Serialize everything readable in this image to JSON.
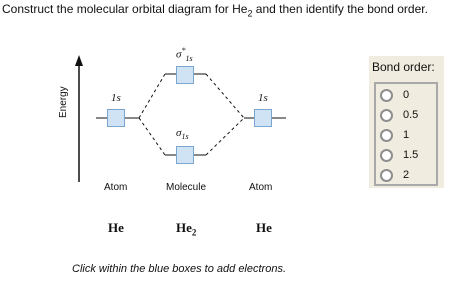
{
  "question": {
    "prefix": "Construct the molecular orbital diagram for He",
    "subscript": "2",
    "suffix": " and then identify the bond order."
  },
  "diagram": {
    "energy_label": "Energy",
    "atom_orbital_label": "1s",
    "antibonding": {
      "sigma": "σ",
      "superscript": "*",
      "sub": "1s"
    },
    "bonding": {
      "sigma": "σ",
      "sub": "1s"
    },
    "columns": {
      "left": "Atom",
      "center": "Molecule",
      "right": "Atom"
    },
    "species": {
      "left": "He",
      "center_base": "He",
      "center_sub": "2",
      "right": "He"
    },
    "hint": "Click within the blue boxes to add electrons."
  },
  "bond_order": {
    "title": "Bond order:",
    "options": [
      "0",
      "0.5",
      "1",
      "1.5",
      "2"
    ],
    "selected": null
  },
  "colors": {
    "box_fill": "#cfe3f5",
    "box_border": "#7aa6d0",
    "panel_bg": "#f1ece0"
  }
}
